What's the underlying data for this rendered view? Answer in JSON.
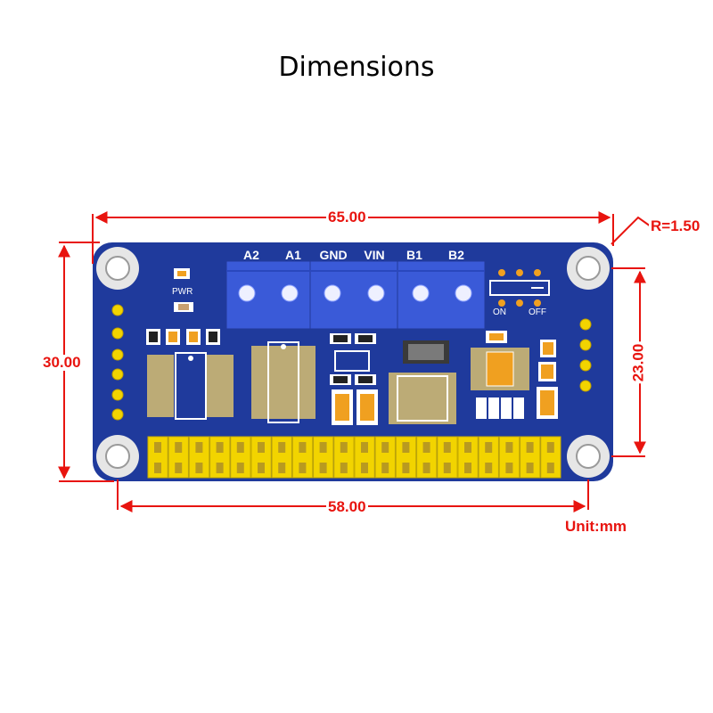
{
  "title": "Dimensions",
  "dimensions": {
    "width": "65.00",
    "height": "30.00",
    "hole_pitch_x": "58.00",
    "hole_pitch_y": "23.00",
    "corner_radius": "R=1.50",
    "unit": "Unit:mm"
  },
  "terminals": [
    "A2",
    "A1",
    "GND",
    "VIN",
    "B1",
    "B2"
  ],
  "silkscreen": {
    "power_led": "PWR",
    "switch_on": "ON",
    "switch_off": "OFF"
  },
  "colors": {
    "dimension": "#e8140f",
    "pcb": "#1f3a9c",
    "terminal": "#3a5ad8",
    "header": "#f2d400",
    "background": "#ffffff"
  }
}
